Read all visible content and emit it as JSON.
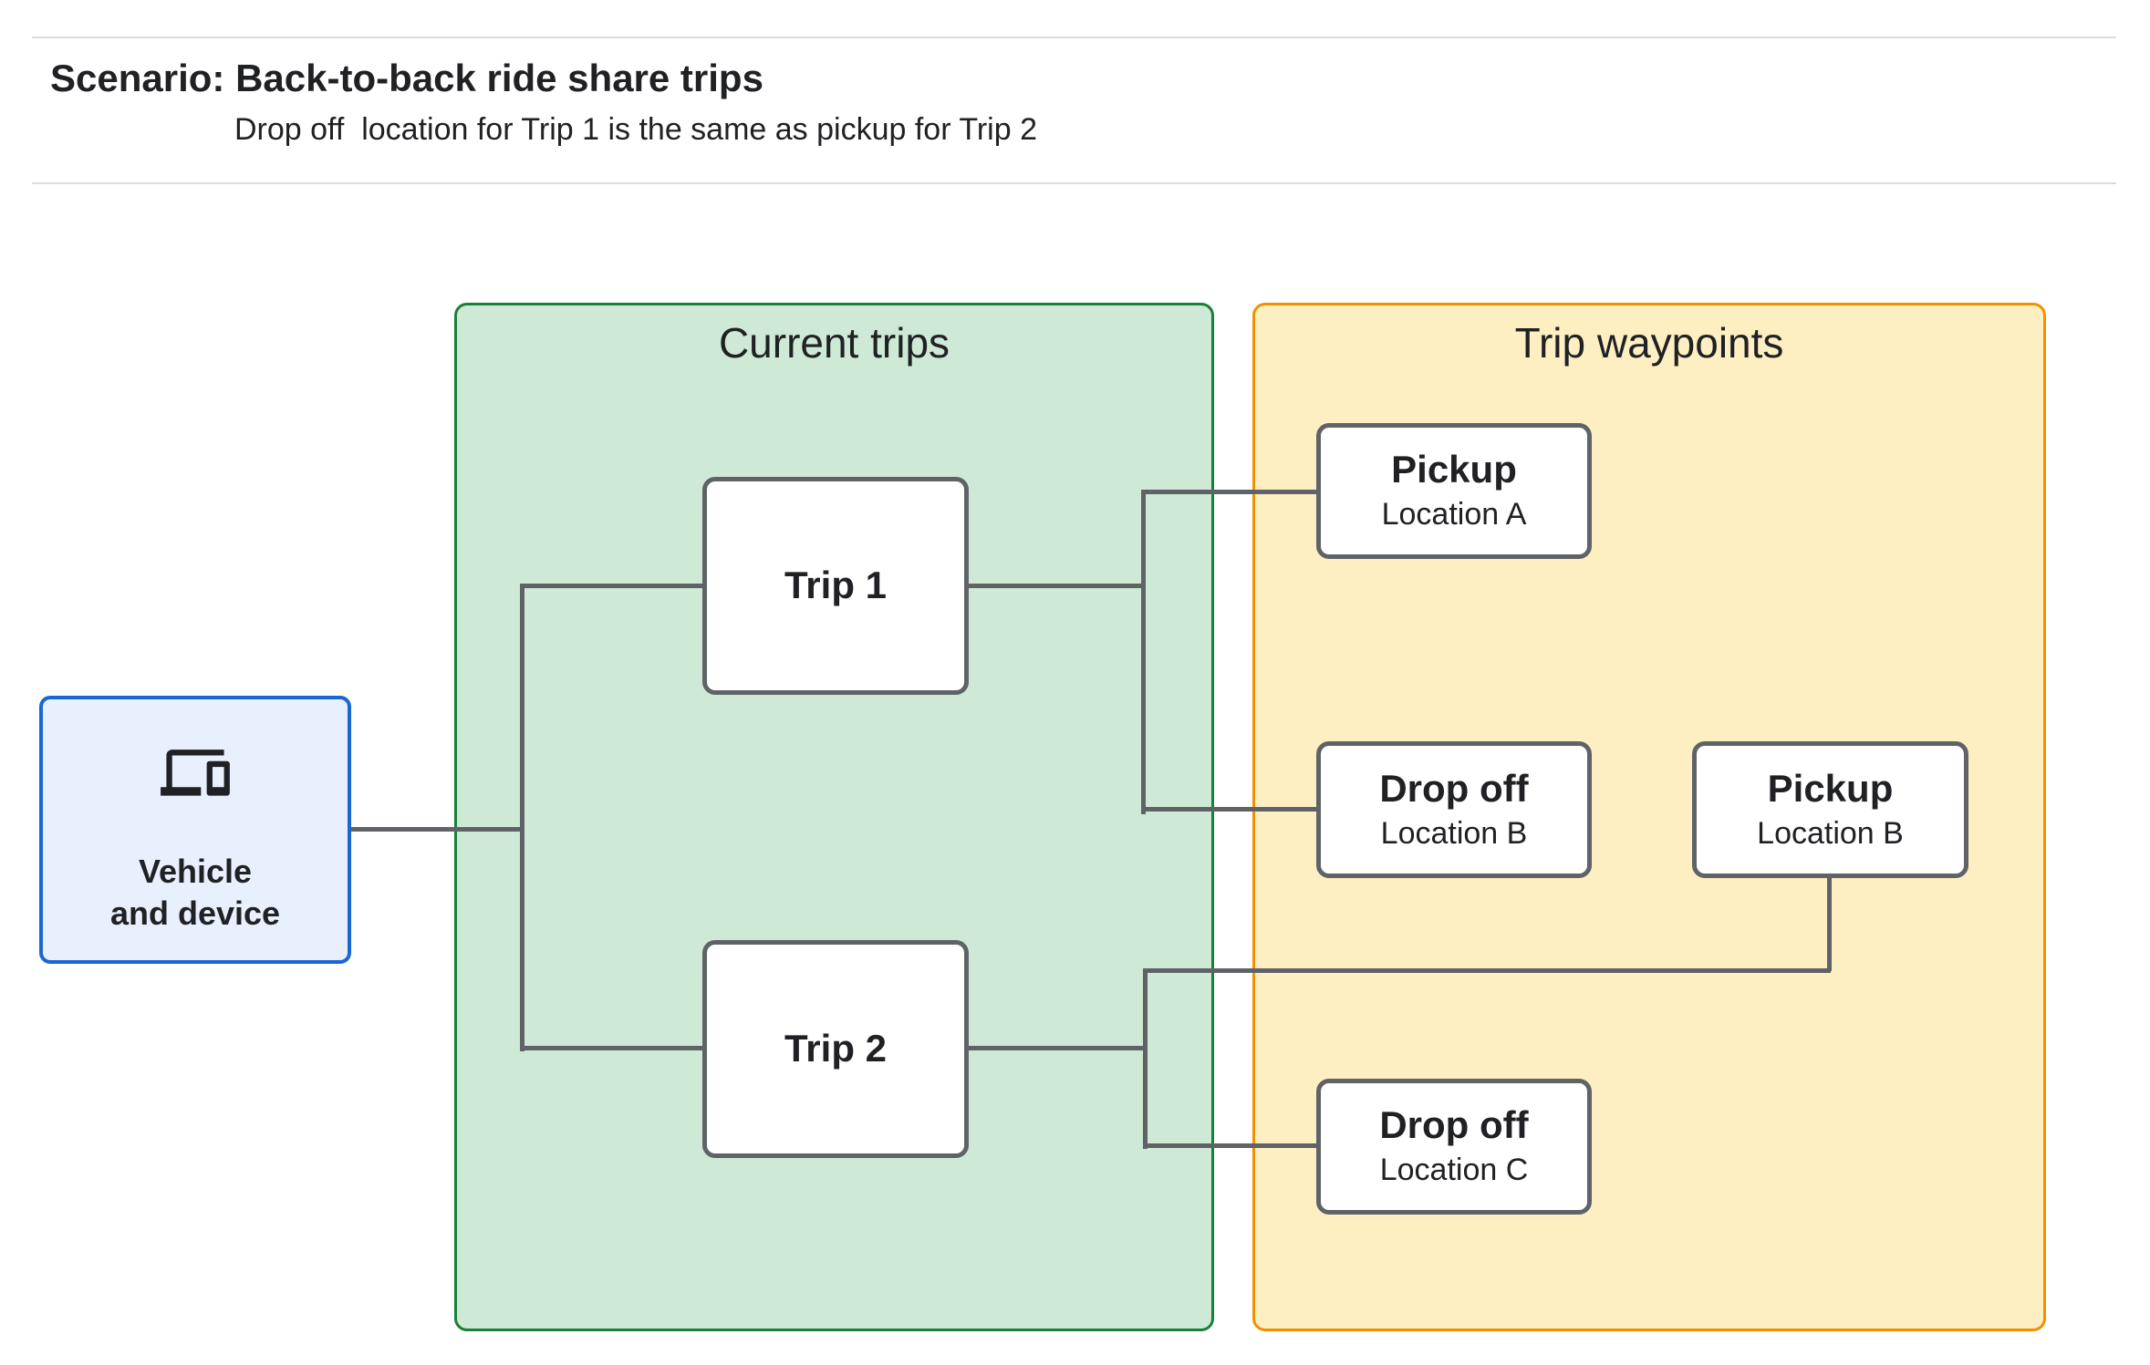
{
  "header": {
    "title": "Scenario: Back-to-back ride share trips",
    "subtitle": "Drop off  location for Trip 1 is the same as pickup for Trip 2"
  },
  "vehicle_node": {
    "icon": "devices-icon",
    "label_line1": "Vehicle",
    "label_line2": "and device"
  },
  "panels": {
    "current_trips": {
      "title": "Current trips",
      "nodes": [
        {
          "label": "Trip 1"
        },
        {
          "label": "Trip 2"
        }
      ]
    },
    "trip_waypoints": {
      "title": "Trip waypoints",
      "nodes": [
        {
          "label": "Pickup",
          "sublabel": "Location A"
        },
        {
          "label": "Drop off",
          "sublabel": "Location B"
        },
        {
          "label": "Pickup",
          "sublabel": "Location B"
        },
        {
          "label": "Drop off",
          "sublabel": "Location C"
        }
      ]
    }
  },
  "colors": {
    "current_trips_fill": "#ceead6",
    "current_trips_border": "#188038",
    "trip_waypoints_fill": "#feefc3",
    "trip_waypoints_border": "#f29000",
    "vehicle_fill": "#e8f0fe",
    "vehicle_border": "#1967d2",
    "node_border": "#5f6368",
    "connector": "#5f6368",
    "text": "#202124"
  }
}
